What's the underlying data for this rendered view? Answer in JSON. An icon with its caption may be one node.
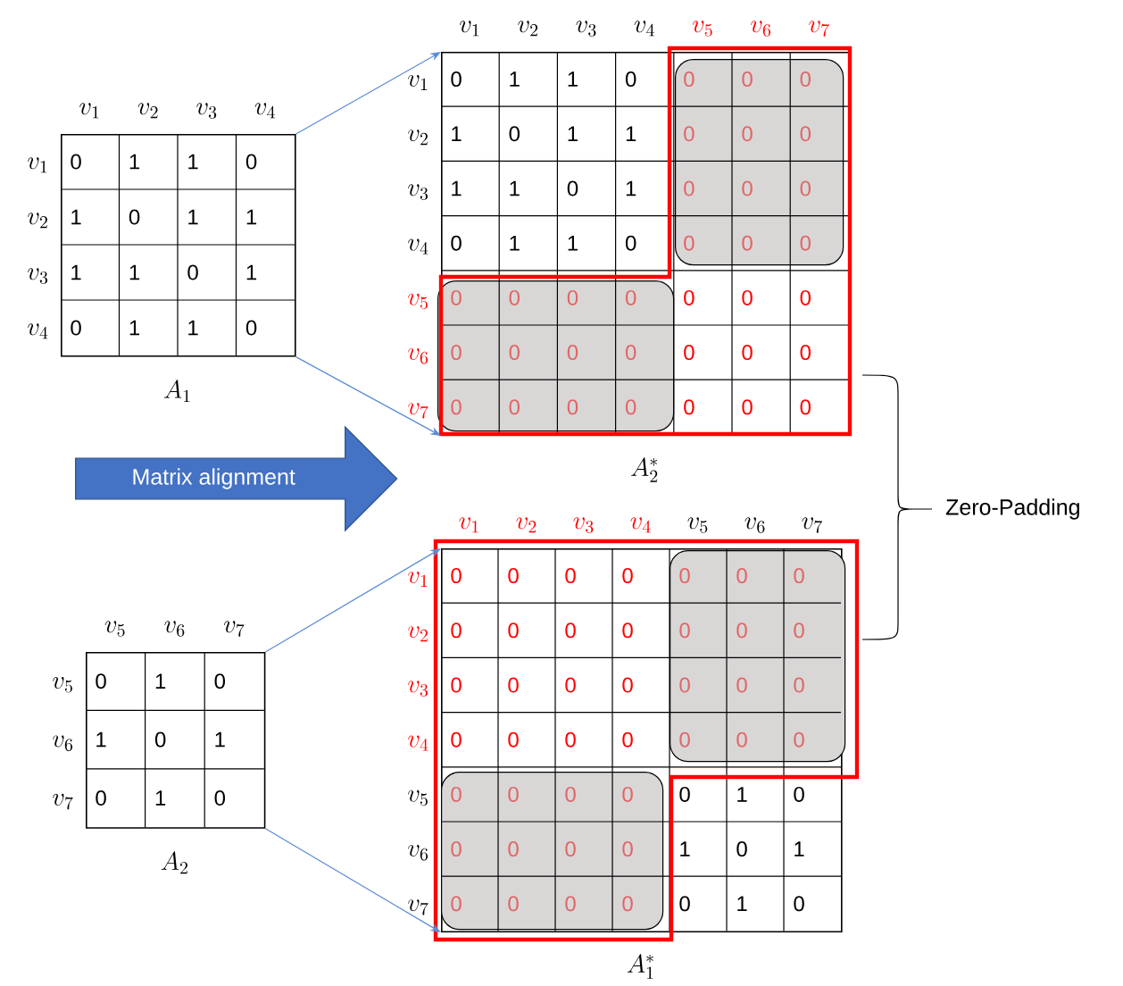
{
  "diagram": {
    "nodes": [
      {
        "text": [
          "0",
          "1",
          "1",
          "0",
          "1",
          "0",
          "1",
          "1",
          "1",
          "1",
          "0",
          "1",
          "0",
          "1",
          "1",
          "0"
        ],
        "beside": [
          "v_1",
          "v_2",
          "v_3",
          "v_4",
          "v_1",
          "v_2",
          "v_3",
          "v_4",
          "A_1"
        ]
      },
      {
        "text": [
          "0",
          "1",
          "1",
          "0",
          "1",
          "0",
          "1",
          "1",
          "1",
          "1",
          "0",
          "1",
          "0",
          "1",
          "1",
          "0",
          "0",
          "0",
          "0",
          "0",
          "0",
          "0",
          "0",
          "0",
          "0"
        ],
        "beside": [
          "v_1",
          "v_2",
          "v_3",
          "v_4",
          "v_5",
          "v_6",
          "v_7",
          "v_1",
          "v_2",
          "v_3",
          "v_4",
          "v_5",
          "v_6",
          "v_7",
          "A_2^*"
        ]
      },
      {
        "text": [
          "0",
          "0",
          "0",
          "0",
          "0",
          "0",
          "0",
          "0",
          "0",
          "0",
          "0",
          "0"
        ],
        "in": 1
      },
      {
        "text": [
          "0",
          "0",
          "0",
          "0",
          "0",
          "0",
          "0",
          "0",
          "0",
          "0",
          "0",
          "0"
        ],
        "in": 1
      },
      {
        "text": [
          "Matrix alignment"
        ]
      },
      {
        "text": [
          "0",
          "0",
          "0",
          "0",
          "0",
          "0",
          "0",
          "0",
          "0",
          "0",
          "0",
          "0",
          "0",
          "0",
          "0",
          "0",
          "0",
          "1",
          "0",
          "1",
          "0",
          "1",
          "0",
          "1",
          "0"
        ],
        "beside": [
          "v_1",
          "v_2",
          "v_3",
          "v_4",
          "v_5",
          "v_6",
          "v_7",
          "v_1",
          "v_2",
          "v_3",
          "v_4",
          "v_5",
          "v_6",
          "v_7",
          "A_1^*"
        ]
      },
      {
        "text": [
          "0",
          "0",
          "0",
          "0",
          "0",
          "0",
          "0",
          "0",
          "0",
          "0",
          "0",
          "0"
        ],
        "in": 5
      },
      {
        "text": [
          "0",
          "0",
          "0",
          "0",
          "0",
          "0",
          "0",
          "0",
          "0",
          "0",
          "0",
          "0"
        ],
        "in": 5
      },
      {
        "text": [
          "0",
          "1",
          "0",
          "1",
          "0",
          "1",
          "0",
          "1",
          "0"
        ],
        "beside": [
          "v_5",
          "v_6",
          "v_7",
          "v_5",
          "v_6",
          "v_7",
          "A_2"
        ]
      }
    ],
    "edges": [
      {
        "from": 0,
        "to": 1,
        "arrow": "to"
      },
      {
        "from": 0,
        "to": 1,
        "arrow": "to"
      },
      {
        "from": 8,
        "to": 5,
        "arrow": "to"
      },
      {
        "from": 8,
        "to": 5,
        "arrow": "to"
      }
    ],
    "labels": [
      "Zero-Padding"
    ]
  }
}
